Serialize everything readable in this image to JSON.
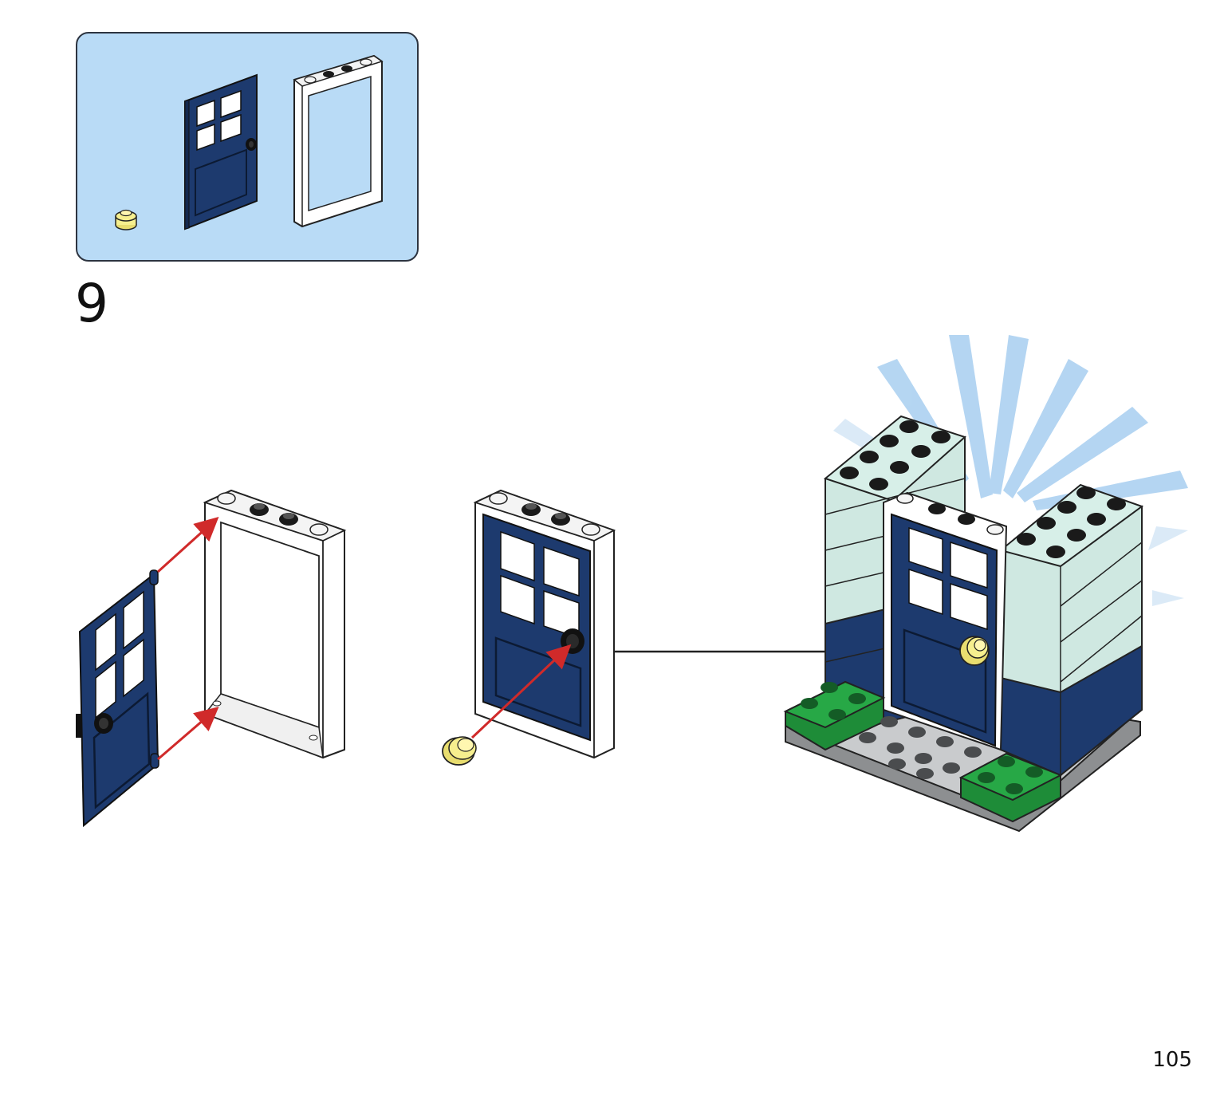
{
  "step": {
    "number": "9"
  },
  "page": {
    "number": "105"
  },
  "parts": [
    {
      "name": "round-plate-1x1",
      "color": "#f6ef8e"
    },
    {
      "name": "door",
      "color": "#1d3a6e"
    },
    {
      "name": "door-frame",
      "color": "#ffffff"
    }
  ],
  "colors": {
    "parts_bg": "#b9dbf6",
    "door_blue": "#1d3a6e",
    "frame_white": "#ffffff",
    "stud_black": "#1a1a1a",
    "arrow_red": "#d02a2a",
    "mint_brick": "#cfe8e1",
    "green_plate": "#27a846",
    "gray_plate": "#8d8f91",
    "burst_blue": "#9cc8ee"
  }
}
